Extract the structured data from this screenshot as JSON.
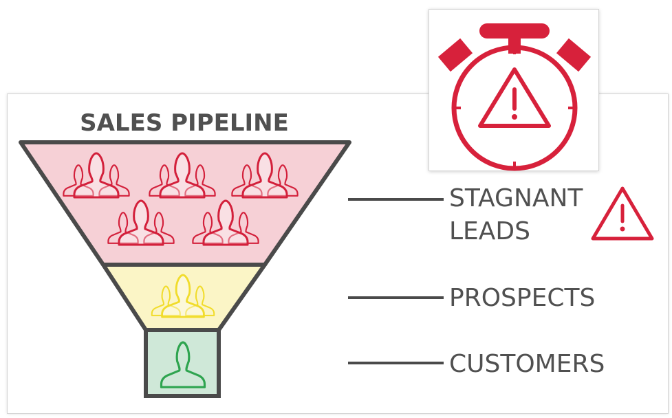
{
  "title": "SALES PIPELINE",
  "stages": [
    {
      "label_lines": [
        "STAGNANT",
        "LEADS"
      ],
      "warning": true
    },
    {
      "label_lines": [
        "PROSPECTS"
      ],
      "warning": false
    },
    {
      "label_lines": [
        "CUSTOMERS"
      ],
      "warning": false
    }
  ],
  "icons": {
    "timer": "stopwatch-warning-icon",
    "warning": "warning-triangle-icon",
    "person": "person-icon",
    "group": "people-group-icon"
  },
  "colors": {
    "leads_fill": "#f6d0d6",
    "prospects_fill": "#fbf5c6",
    "customers_fill": "#cfe8d8",
    "leads_icon": "#d3203b",
    "prospects_icon": "#f1dc2b",
    "customers_icon": "#2ea44f",
    "outline": "#4a4a4a",
    "text": "#505050",
    "accent": "#d7213b"
  }
}
